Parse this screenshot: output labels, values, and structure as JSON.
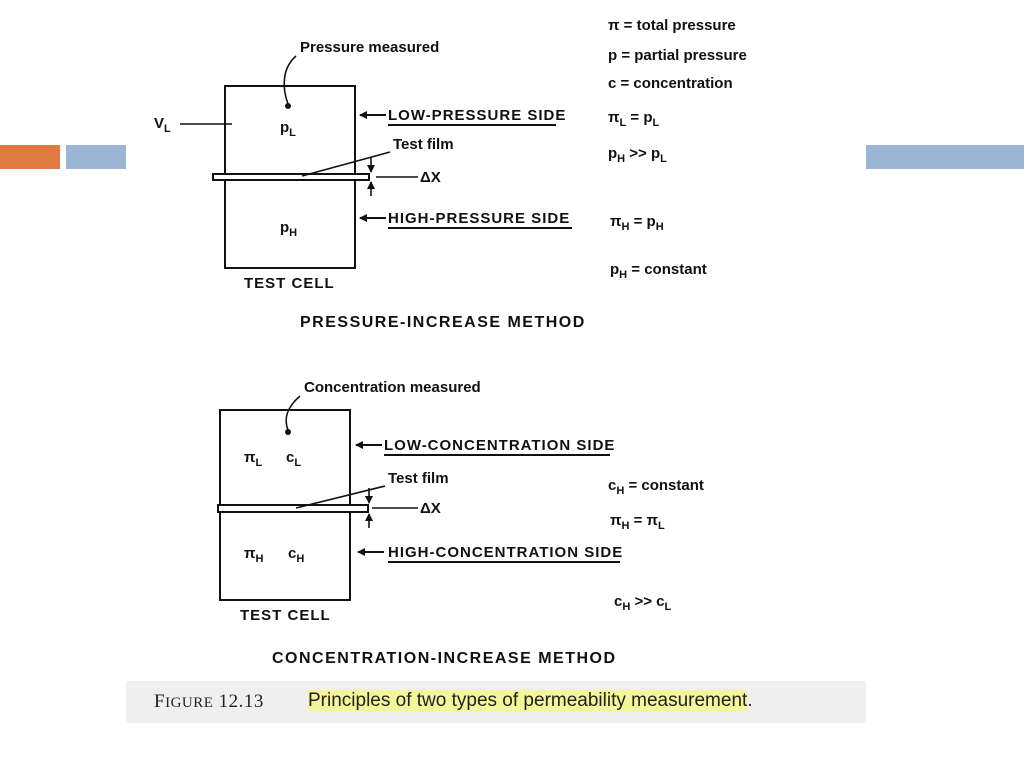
{
  "colors": {
    "accent_orange": "#e07a43",
    "accent_blue": "#9ab6d4"
  },
  "top": {
    "pressure_measured": "Pressure measured",
    "vl_main": "V",
    "vl_sub": "L",
    "pl_main": "p",
    "pl_sub": "L",
    "ph_main": "p",
    "ph_sub": "H",
    "low_side": "LOW-PRESSURE SIDE",
    "high_side": "HIGH-PRESSURE SIDE",
    "test_film": "Test film",
    "delta_x": "ΔX",
    "test_cell": "TEST CELL",
    "method": "PRESSURE-INCREASE METHOD"
  },
  "legend": {
    "total_pressure": "π = total pressure",
    "partial_pressure": "p = partial pressure",
    "concentration": "c = concentration"
  },
  "eq_top": {
    "e1": {
      "a": "π",
      "as": "L",
      "op": " = ",
      "b": "p",
      "bs": "L"
    },
    "e2": {
      "a": "p",
      "as": "H",
      "op": " >> ",
      "b": "p",
      "bs": "L"
    },
    "e3": {
      "a": "π",
      "as": "H",
      "op": " = ",
      "b": "p",
      "bs": "H"
    },
    "e4": {
      "a": "p",
      "as": "H",
      "op": " = constant"
    }
  },
  "bottom": {
    "conc_measured": "Concentration measured",
    "pil_main": "π",
    "pil_sub": "L",
    "cl_main": "c",
    "cl_sub": "L",
    "pih_main": "π",
    "pih_sub": "H",
    "ch_main": "c",
    "ch_sub": "H",
    "low_side": "LOW-CONCENTRATION SIDE",
    "high_side": "HIGH-CONCENTRATION SIDE",
    "test_film": "Test film",
    "delta_x": "ΔX",
    "test_cell": "TEST CELL",
    "method": "CONCENTRATION-INCREASE METHOD"
  },
  "eq_bottom": {
    "e1": {
      "a": "c",
      "as": "H",
      "op": " = constant"
    },
    "e2": {
      "a": "π",
      "as": "H",
      "op": " = ",
      "b": "π",
      "bs": "L"
    },
    "e3": {
      "a": "c",
      "as": "H",
      "op": " >> ",
      "b": "c",
      "bs": "L"
    }
  },
  "caption": {
    "figure_label_first": "F",
    "figure_label_rest": "IGURE",
    "figure_number": "12.13",
    "text": "Principles of two types of permeability measurement",
    "period": "."
  }
}
